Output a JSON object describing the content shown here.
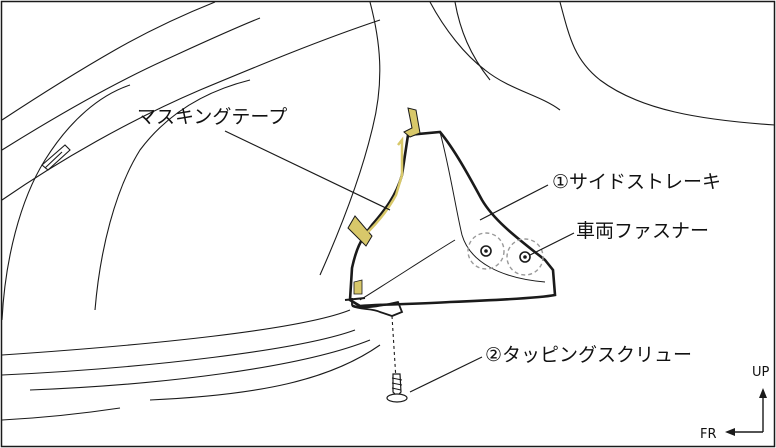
{
  "labels": {
    "masking_tape": "マスキングテープ",
    "side_trim": "①サイドストレーキ",
    "vehicle_fastener": "車両ファスナー",
    "tapping_screw": "②タッピングスクリュー"
  },
  "directions": {
    "up": "UP",
    "front": "FR"
  },
  "colors": {
    "line": "#1a1a1a",
    "tape": "#d8c86a",
    "body_fill": "#ffffff",
    "dashed_circle": "#9a9a9a"
  }
}
